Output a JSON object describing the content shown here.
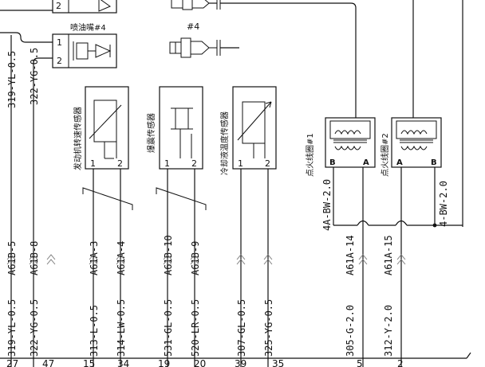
{
  "injector": {
    "label": "喷油嘴#4",
    "pin1": "1",
    "pin2": "2",
    "top_pin": "2"
  },
  "coil_connector_top": {
    "label": "#4"
  },
  "left_wires": [
    {
      "upper_label": "319-YL-0.5",
      "conn_label": "A61B-5",
      "lower_label": "319-YL-0.5",
      "pin": "27"
    },
    {
      "upper_label": "322-YG-0.5",
      "conn_label": "A61B-8",
      "lower_label": "322-YG-0.5",
      "pin": "47"
    }
  ],
  "sensors": [
    {
      "name": "发动机转速传感器",
      "pin1": "1",
      "pin2": "2",
      "wires": [
        {
          "conn": "A61A-3",
          "label": "313-L-0.5",
          "pin": "15"
        },
        {
          "conn": "A61A-4",
          "label": "314-LW-0.5",
          "pin": "34"
        }
      ]
    },
    {
      "name": "爆震传感器",
      "pin1": "1",
      "pin2": "2",
      "wires": [
        {
          "conn": "A61B-10",
          "label": "531-GL-0.5",
          "pin": "19"
        },
        {
          "conn": "A61B-9",
          "label": "520-LR-0.5",
          "pin": "20"
        }
      ]
    },
    {
      "name": "冷却液温度传感器",
      "pin1": "1",
      "pin2": "2",
      "wires": [
        {
          "conn": "",
          "label": "307-GL-0.5",
          "pin": "39"
        },
        {
          "conn": "",
          "label": "325-YG-0.5",
          "pin": "35"
        }
      ]
    }
  ],
  "coils": [
    {
      "name": "点火线圈#1",
      "pinB": "B",
      "pinA": "A",
      "wire_label": "4A-BW-2.0",
      "conn": "A61A-14",
      "ecu_label": "305-G-2.0",
      "pin": "5"
    },
    {
      "name": "点火线圈#2",
      "pinA": "A",
      "pinB": "B",
      "wire_label": "4-BW-2.0",
      "conn": "A61A-15",
      "ecu_label": "312-Y-2.0",
      "pin": "2"
    }
  ]
}
